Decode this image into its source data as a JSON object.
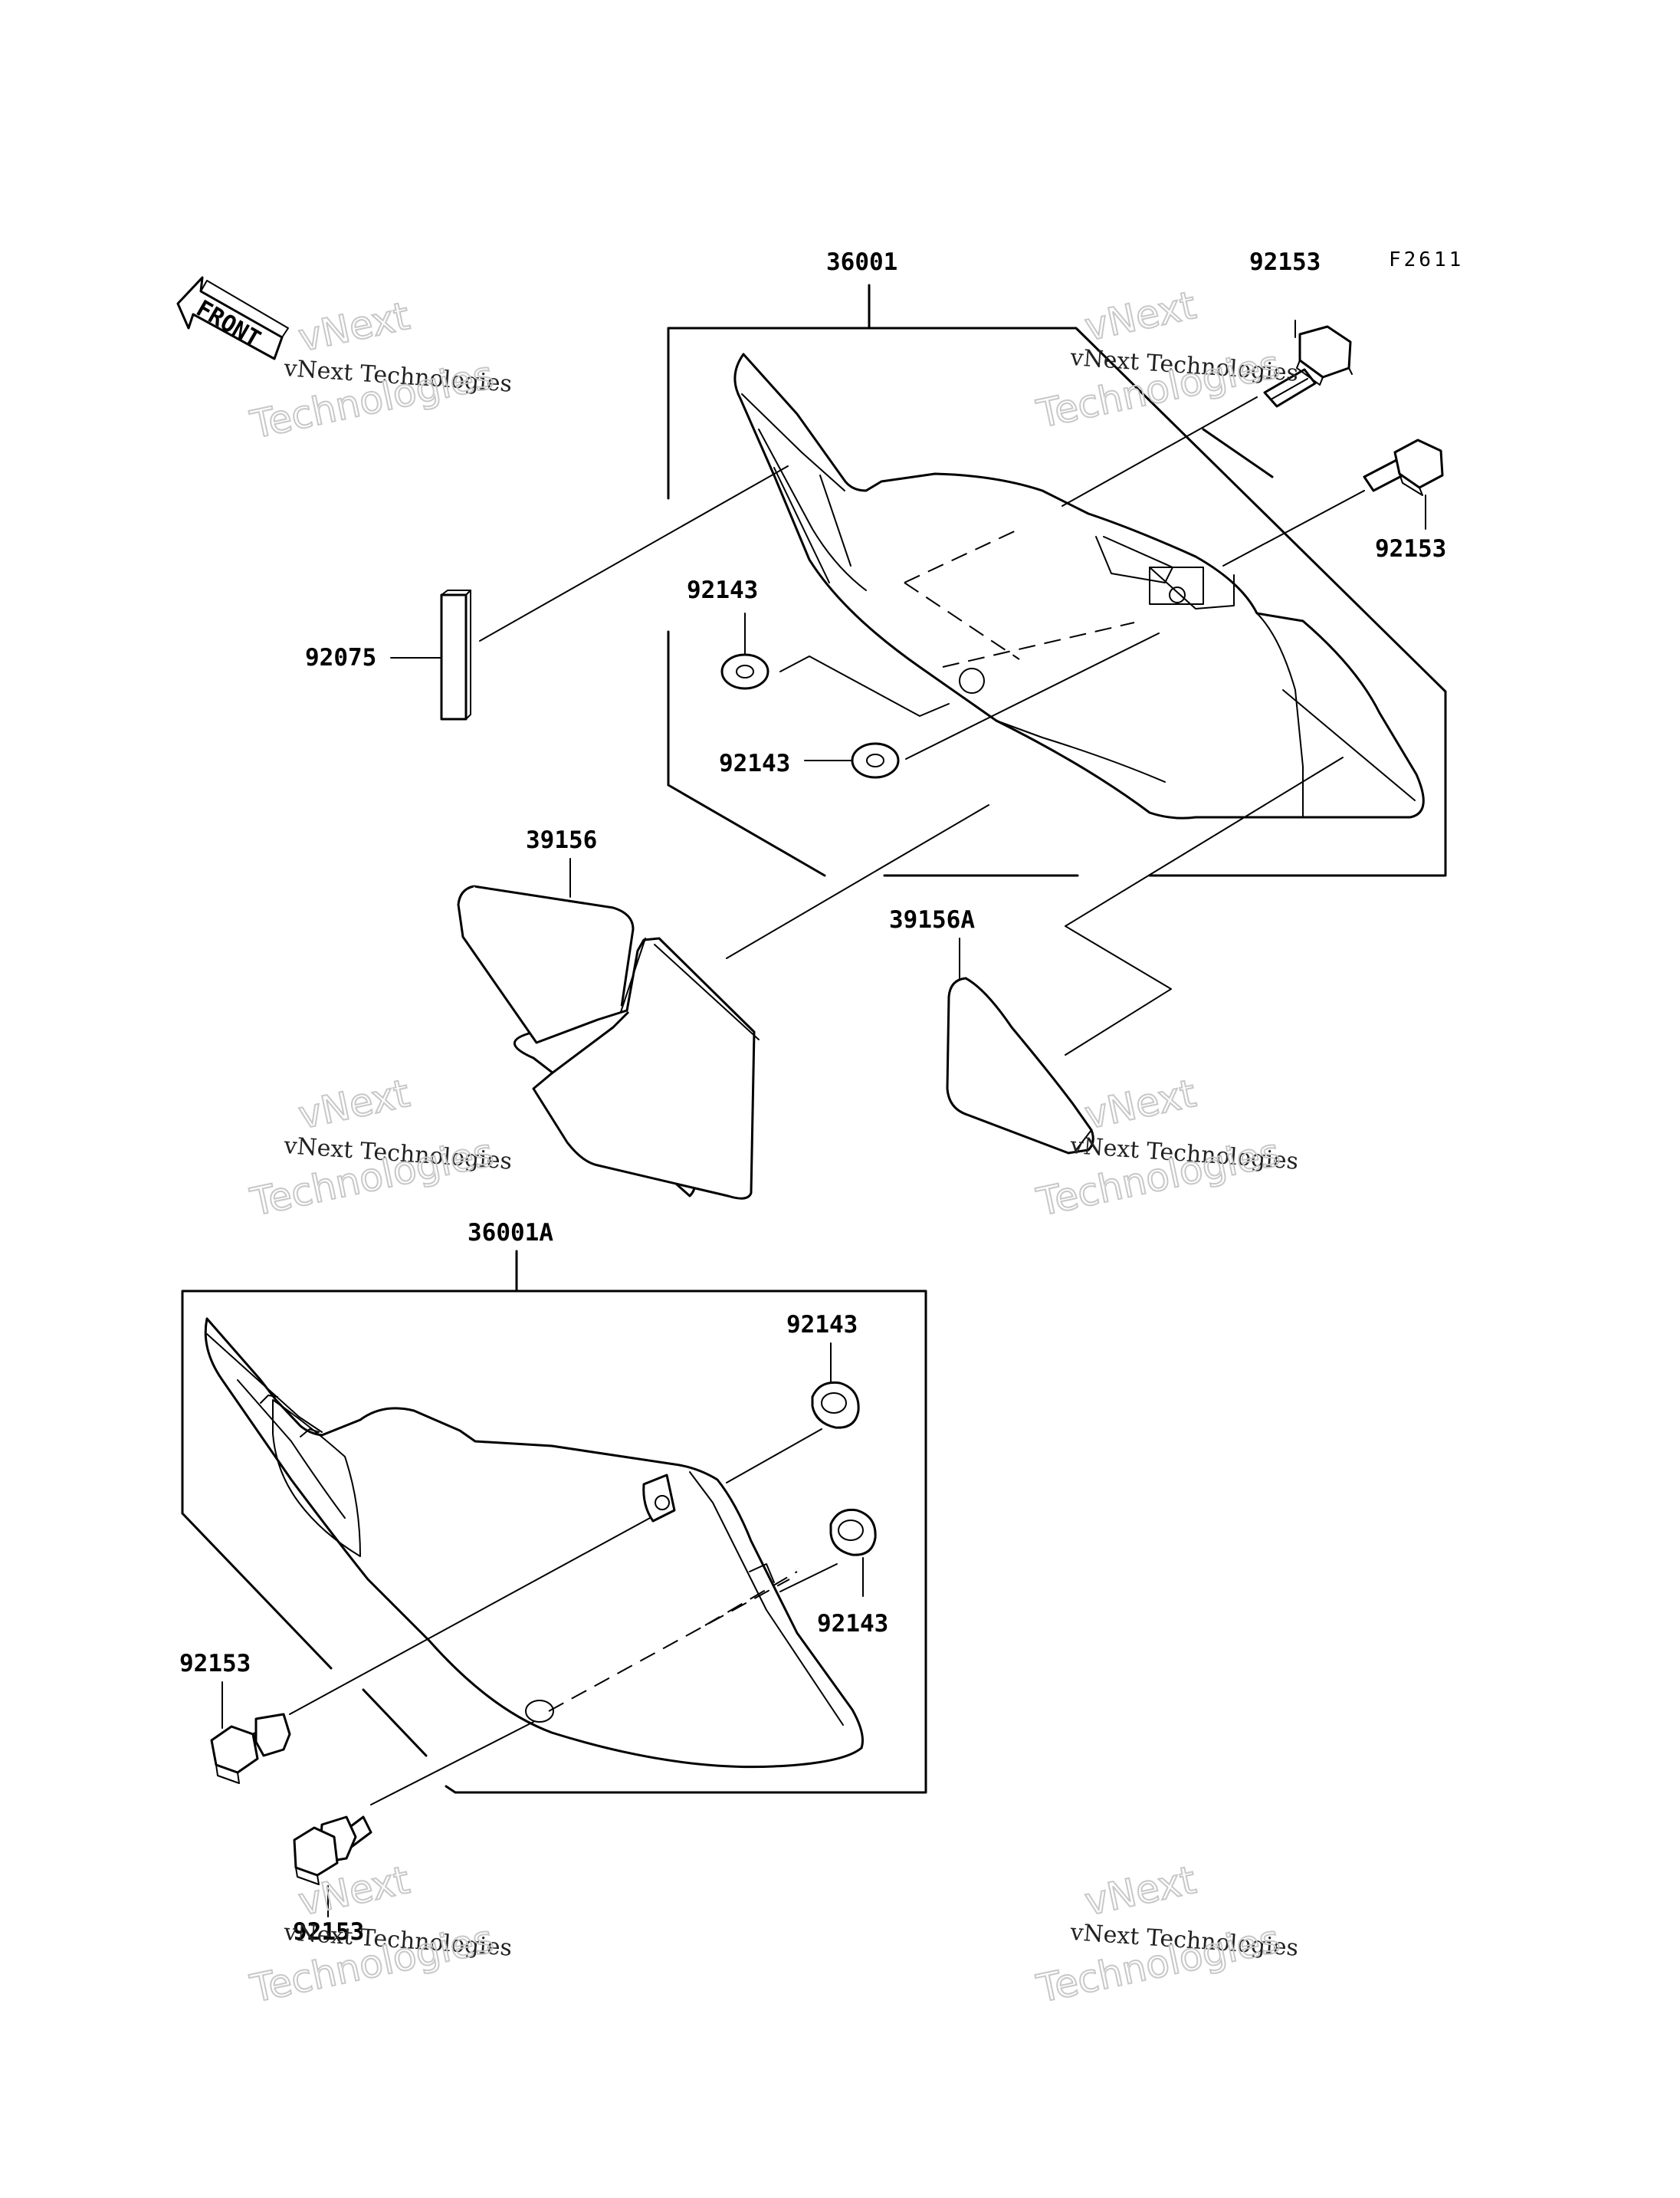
{
  "diagram": {
    "figure_code": "F2611",
    "front_label": "FRONT",
    "watermark": {
      "line1": "vNext Technologies",
      "line2": "vNext",
      "line3": "Technologies"
    },
    "callouts": {
      "c36001": "36001",
      "c92153_top": "92153",
      "c92153_right": "92153",
      "c92143_a": "92143",
      "c92143_b": "92143",
      "c92075": "92075",
      "c39156": "39156",
      "c39156A": "39156A",
      "c36001A": "36001A",
      "c92143_c": "92143",
      "c92143_d": "92143",
      "c92153_left": "92153",
      "c92153_bottom": "92153"
    }
  }
}
